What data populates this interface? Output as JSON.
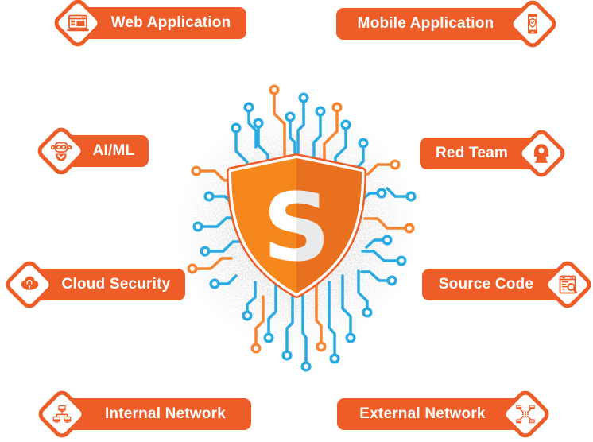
{
  "colors": {
    "banner_orange": "#EE5C27",
    "circuit_orange": "#F58634",
    "circuit_blue": "#29ABE2",
    "shield_left": "#F6871D",
    "shield_right": "#E9701E",
    "text": "#FFFFFF"
  },
  "center": {
    "logo_letter": "S",
    "logo_name": "shield-logo"
  },
  "badges": [
    {
      "id": "web-application",
      "label": "Web Application",
      "icon": "browser-window-icon",
      "icon_side": "left"
    },
    {
      "id": "mobile-application",
      "label": "Mobile Application",
      "icon": "mobile-shield-icon",
      "icon_side": "right"
    },
    {
      "id": "ai-ml",
      "label": "AI/ML",
      "icon": "robot-icon",
      "icon_side": "left"
    },
    {
      "id": "red-team",
      "label": "Red Team",
      "icon": "hacker-icon",
      "icon_side": "right"
    },
    {
      "id": "cloud-security",
      "label": "Cloud Security",
      "icon": "cloud-lock-icon",
      "icon_side": "left"
    },
    {
      "id": "source-code",
      "label": "Source Code",
      "icon": "code-review-icon",
      "icon_side": "right"
    },
    {
      "id": "internal-network",
      "label": "Internal Network",
      "icon": "lan-icon",
      "icon_side": "left"
    },
    {
      "id": "external-network",
      "label": "External Network",
      "icon": "wan-icon",
      "icon_side": "right"
    }
  ]
}
